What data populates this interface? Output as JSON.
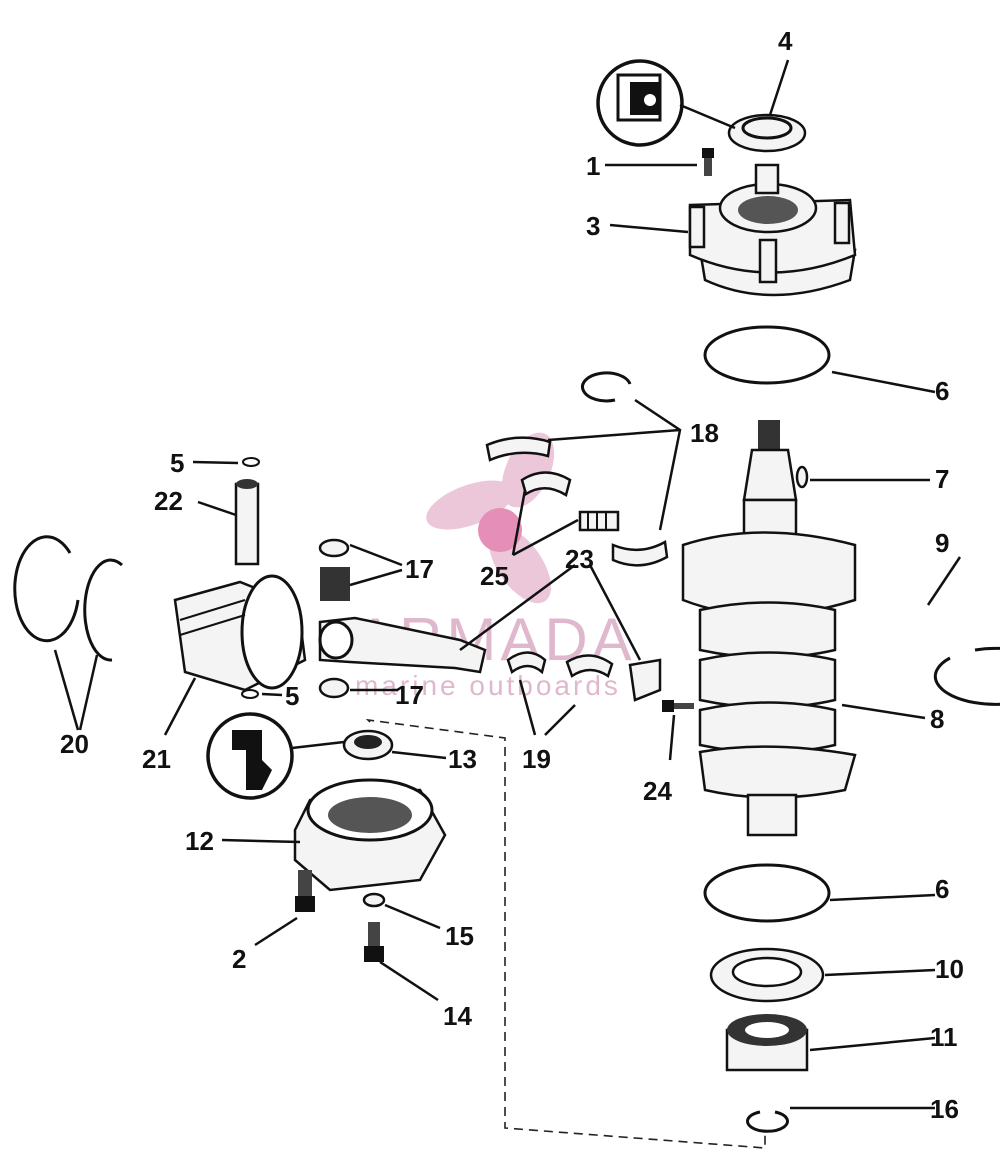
{
  "diagram": {
    "labels": {
      "p1": "1",
      "p2": "2",
      "p3": "3",
      "p4": "4",
      "p5a": "5",
      "p5b": "5",
      "p6a": "6",
      "p6b": "6",
      "p7": "7",
      "p8": "8",
      "p9": "9",
      "p10": "10",
      "p11": "11",
      "p12": "12",
      "p13": "13",
      "p14": "14",
      "p15": "15",
      "p16": "16",
      "p17a": "17",
      "p17b": "17",
      "p18": "18",
      "p19": "19",
      "p20": "20",
      "p21": "21",
      "p22": "22",
      "p23": "23",
      "p24": "24",
      "p25": "25"
    }
  },
  "watermark": {
    "title": "ARMADA",
    "subtitle": "marine outboards",
    "logo_icon": "propeller-logo-icon",
    "color": "#e0b8ce"
  }
}
